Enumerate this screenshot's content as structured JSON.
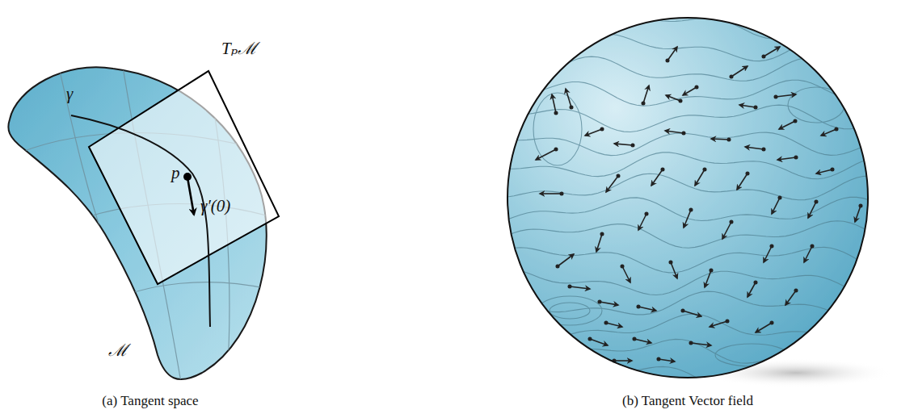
{
  "diagram": {
    "labels": [
      "γ",
      "Tₚℳ",
      "p",
      "γ′(0)",
      "ℳ",
      "(a) Tangent space",
      "(b) Tangent Vector field"
    ]
  }
}
